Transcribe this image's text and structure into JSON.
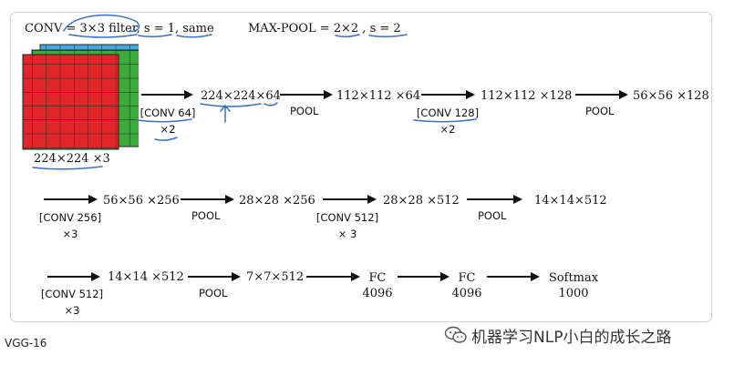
{
  "header": {
    "conv_rule": "CONV = 3×3 filter, s = 1, same",
    "pool_rule": "MAX-POOL = 2×2 , s = 2"
  },
  "input": {
    "label": "224×224 ×3"
  },
  "row1": {
    "op1": [
      "[CONV 64]",
      "×2"
    ],
    "size1": "224×224×64",
    "op2": "POOL",
    "size2": "112×112 ×64",
    "op3": [
      "[CONV 128]",
      "×2"
    ],
    "size3": "112×112 ×128",
    "op4": "POOL",
    "size4": "56×56 ×128"
  },
  "row2": {
    "op1": [
      "[CONV 256]",
      "×3"
    ],
    "size1": "56×56 ×256",
    "op2": "POOL",
    "size2": "28×28 ×256",
    "op3": [
      "[CONV 512]",
      "× 3"
    ],
    "size3": "28×28 ×512",
    "op4": "POOL",
    "size4": "14×14×512"
  },
  "row3": {
    "op1": [
      "[CONV 512]",
      "×3"
    ],
    "size1": "14×14 ×512",
    "op2": "POOL",
    "size2": "7×7×512",
    "fc1": [
      "FC",
      "4096"
    ],
    "fc2": [
      "FC",
      "4096"
    ],
    "softmax": [
      "Softmax",
      "1000"
    ]
  },
  "caption": "VGG-16",
  "watermark": {
    "text": "机器学习NLP小白的成长之路",
    "icon": "wechat-icon"
  },
  "colors": {
    "red": "#e0262a",
    "green": "#3cab3c",
    "blue": "#46a8dd",
    "ink": "#3a6fc4"
  }
}
